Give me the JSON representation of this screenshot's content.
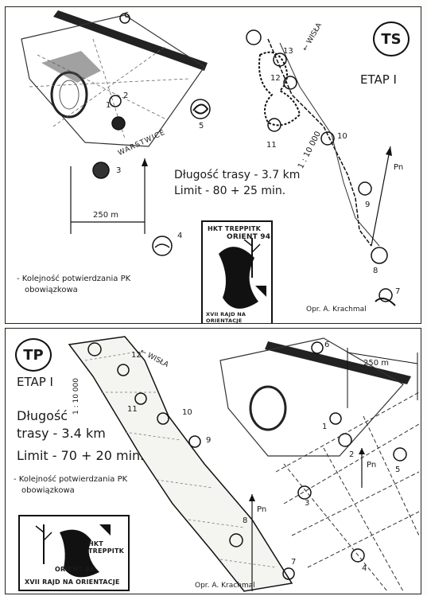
{
  "top": {
    "badge": "TS",
    "stage": "ETAP I",
    "river": "← WISŁA",
    "scale": "1 : 10 000",
    "contours": "WARSTWICE",
    "distance_250": "250 m",
    "length_label": "Długość trasy - 3.7 km",
    "limit_label": "Limit - 80 + 25 min.",
    "order_note_line1": "- Kolejność potwierdzania PK",
    "order_note_line2": "obowiązkowa",
    "author": "Opr. A. Krachmal",
    "north": "Pn",
    "emblem": {
      "top_text": "HKT TREPPITK",
      "arc_text": "XVII RAJD NA ORIENTACJE",
      "bottom_text": "ORIENT 94"
    },
    "controls": [
      "6",
      "13",
      "12",
      "2",
      "1",
      "11",
      "10",
      "5",
      "3",
      "9",
      "4",
      "8",
      "7"
    ]
  },
  "bottom": {
    "badge": "TP",
    "stage": "ETAP I",
    "river": "← WISŁA",
    "scale": "1 : 10 000",
    "distance_250": "250 m",
    "length_line1": "Długość",
    "length_line2": "trasy - 3.4 km",
    "limit_label": "Limit - 70 + 20 min.",
    "order_note_line1": "- Kolejność potwierdzania PK",
    "order_note_line2": "obowiązkowa",
    "author": "Opr. A. Krachmal",
    "north": "Pn",
    "emblem": {
      "top_text": "HKT TREPPITK",
      "arc_text": "XVII RAJD NA ORIENTACJE",
      "bottom_text": "ORIENT 94"
    },
    "controls": [
      "12",
      "11",
      "10",
      "9",
      "8",
      "7",
      "6",
      "1",
      "2",
      "3",
      "4",
      "5"
    ]
  }
}
